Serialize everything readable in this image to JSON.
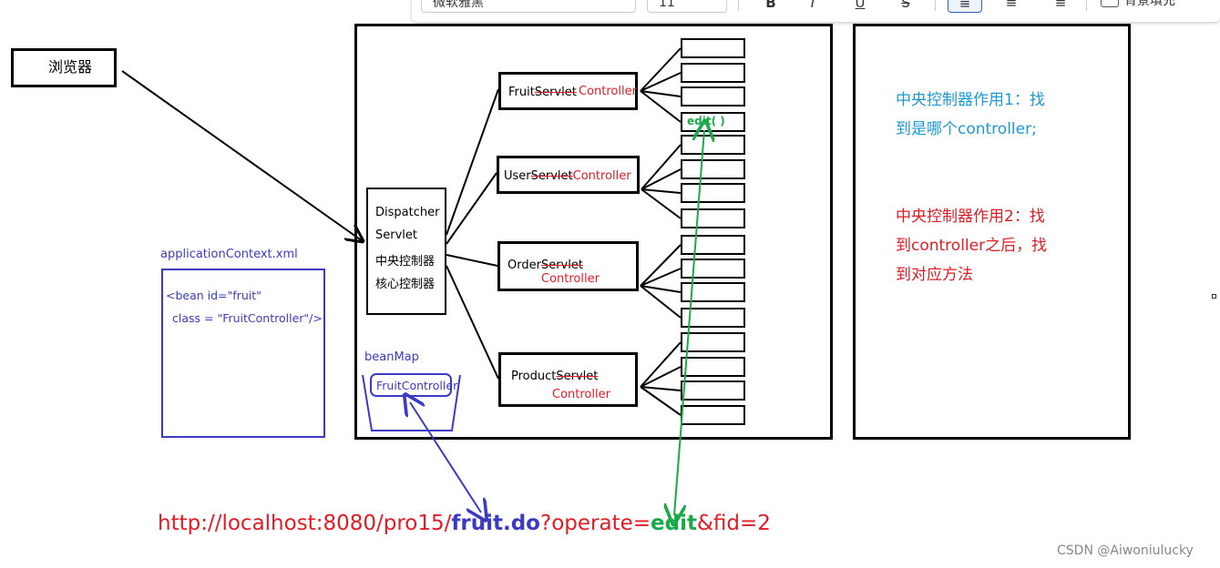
{
  "toolbar": {
    "font_name": "微软雅黑",
    "font_size": "11",
    "bold": "B",
    "italic": "I",
    "underline": "U",
    "strikethrough": "S",
    "background_fill": "背景填充"
  },
  "browser": {
    "label": "浏览器"
  },
  "dispatcher": {
    "line1": "Dispatcher",
    "line2": "Servlet",
    "line3": "中央控制器",
    "line4": "核心控制器"
  },
  "controllers": [
    {
      "prefix": "Fruit",
      "struck": "Servlet",
      "suffix": "Controller"
    },
    {
      "prefix": "User",
      "struck": "Servlet",
      "suffix": "Controller"
    },
    {
      "prefix": "Order",
      "struck": "Servlet",
      "suffix": "Controller"
    },
    {
      "prefix": "Product",
      "struck": "Servlet",
      "suffix": "Controller"
    }
  ],
  "method_label": "edit( )",
  "app_context": {
    "title": "applicationContext.xml",
    "line1": "<bean id=\"fruit\"",
    "line2": "class = \"FruitController\"/>"
  },
  "bean_map": {
    "title": "beanMap",
    "item": "FruitController"
  },
  "notes": {
    "note1": "中央控制器作用1：找到是哪个controller;",
    "note1_line1": "中央控制器作用1：找",
    "note1_line2": "到是哪个controller;",
    "note2_line1": "中央控制器作用2：找",
    "note2_line2": "到controller之后，找",
    "note2_line3": "到对应方法"
  },
  "url": {
    "base": "http://localhost:8080/pro15/",
    "servlet": "fruit.do",
    "query_start": "?operate=",
    "operate": "edit",
    "query_end": "&fid=2"
  },
  "watermark": "CSDN @Aiwoniulucky",
  "colors": {
    "red": "#e31b23",
    "blue": "#3a3ac4",
    "green": "#1aaa4a",
    "cyan": "#1b9ad6"
  }
}
